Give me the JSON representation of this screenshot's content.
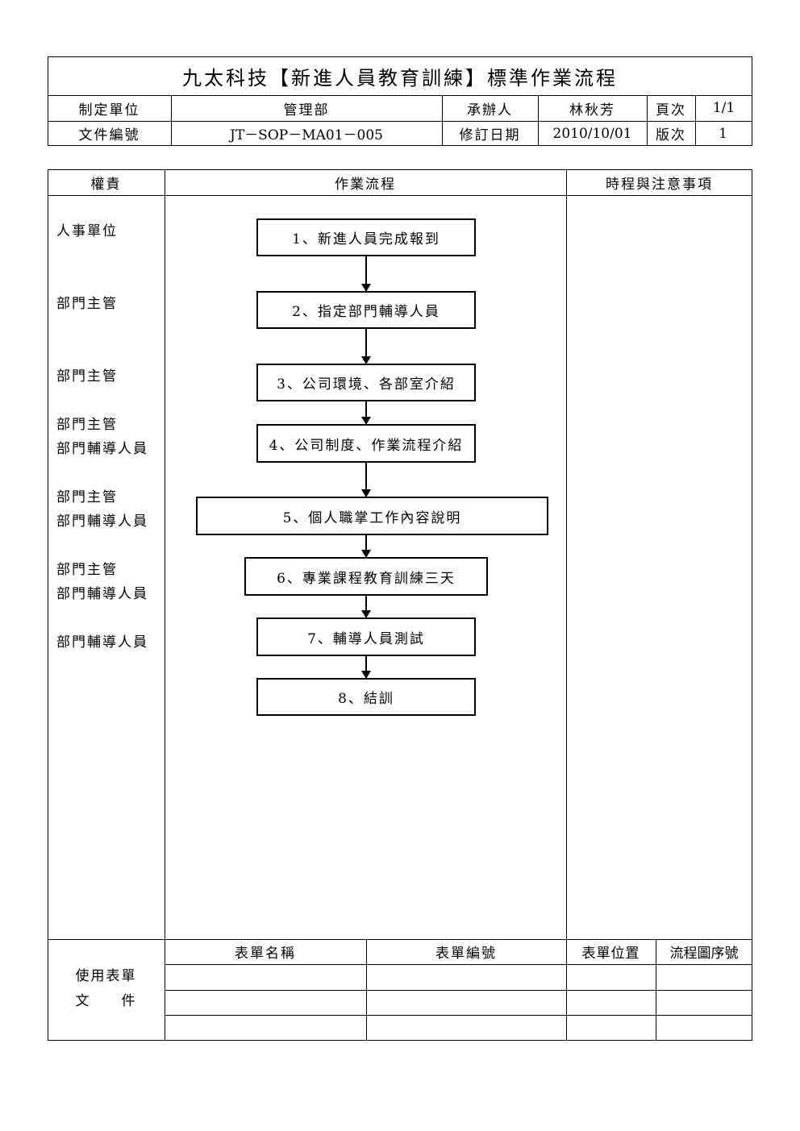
{
  "header": {
    "title": "九太科技【新進人員教育訓練】標準作業流程",
    "row1": {
      "label_dept": "制定單位",
      "dept": "管理部",
      "label_handler": "承辦人",
      "handler": "林秋芳",
      "label_page": "頁次",
      "page": "1/1"
    },
    "row2": {
      "label_docno": "文件編號",
      "docno": "JT－SOP－MA01－005",
      "label_revdate": "修訂日期",
      "revdate": "2010/10/01",
      "label_version": "版次",
      "version": "1"
    }
  },
  "main": {
    "col_responsibility": "權責",
    "col_flow": "作業流程",
    "col_notes": "時程與注意事項",
    "roles": [
      [
        "人事單位"
      ],
      [
        "部門主管"
      ],
      [
        "部門主管"
      ],
      [
        "部門主管",
        "部門輔導人員"
      ],
      [
        "部門主管",
        "部門輔導人員"
      ],
      [
        "部門主管",
        "部門輔導人員"
      ],
      [
        "部門輔導人員"
      ]
    ],
    "steps": [
      "1、新進人員完成報到",
      "2、指定部門輔導人員",
      "3、公司環境、各部室介紹",
      "4、公司制度、作業流程介紹",
      "5、個人職掌工作內容說明",
      "6、專業課程教育訓練三天",
      "7、輔導人員測試",
      "8、結訓"
    ]
  },
  "forms": {
    "label_line1": "使用表單",
    "label_line2": "文　　件",
    "col_name": "表單名稱",
    "col_no": "表單編號",
    "col_location": "表單位置",
    "col_seq": "流程圖序號"
  }
}
